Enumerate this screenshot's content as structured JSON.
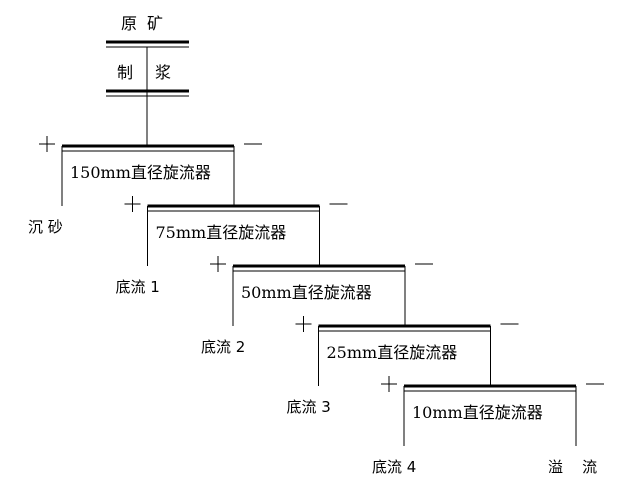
{
  "feed": {
    "label_a": "原",
    "label_b": "矿"
  },
  "pulping": {
    "label_a": "制",
    "label_b": "浆"
  },
  "plus_sign": "+",
  "minus_sign": "−",
  "stages": [
    {
      "name": "150mm直径旋流器",
      "underflow": "沉    砂"
    },
    {
      "name": "75mm直径旋流器",
      "underflow": "底流  1"
    },
    {
      "name": "50mm直径旋流器",
      "underflow": "底流  2"
    },
    {
      "name": "25mm直径旋流器",
      "underflow": "底流  3"
    },
    {
      "name": "10mm直径旋流器",
      "underflow": "底流  4"
    }
  ],
  "overflow": "溢    流"
}
